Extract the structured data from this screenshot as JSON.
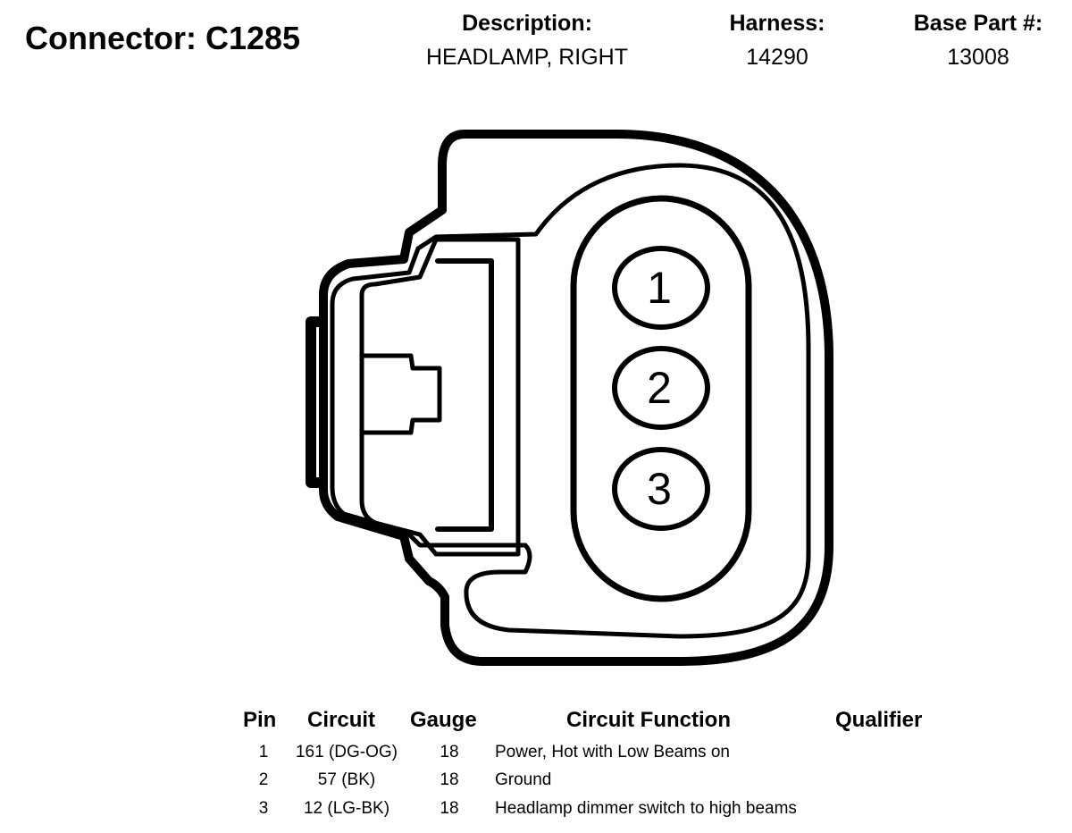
{
  "connector": {
    "title": "Connector: C1285",
    "description_label": "Description:",
    "description_value": "HEADLAMP, RIGHT",
    "harness_label": "Harness:",
    "harness_value": "14290",
    "base_part_label": "Base Part #:",
    "base_part_value": "13008"
  },
  "diagram": {
    "pins": [
      "1",
      "2",
      "3"
    ]
  },
  "table": {
    "headers": {
      "pin": "Pin",
      "circuit": "Circuit",
      "gauge": "Gauge",
      "function": "Circuit Function",
      "qualifier": "Qualifier"
    },
    "rows": [
      {
        "pin": "1",
        "circuit": "161 (DG-OG)",
        "gauge": "18",
        "function": "Power, Hot with Low Beams on",
        "qualifier": ""
      },
      {
        "pin": "2",
        "circuit": "57 (BK)",
        "gauge": "18",
        "function": "Ground",
        "qualifier": ""
      },
      {
        "pin": "3",
        "circuit": "12 (LG-BK)",
        "gauge": "18",
        "function": "Headlamp dimmer switch to high beams",
        "qualifier": ""
      }
    ]
  }
}
